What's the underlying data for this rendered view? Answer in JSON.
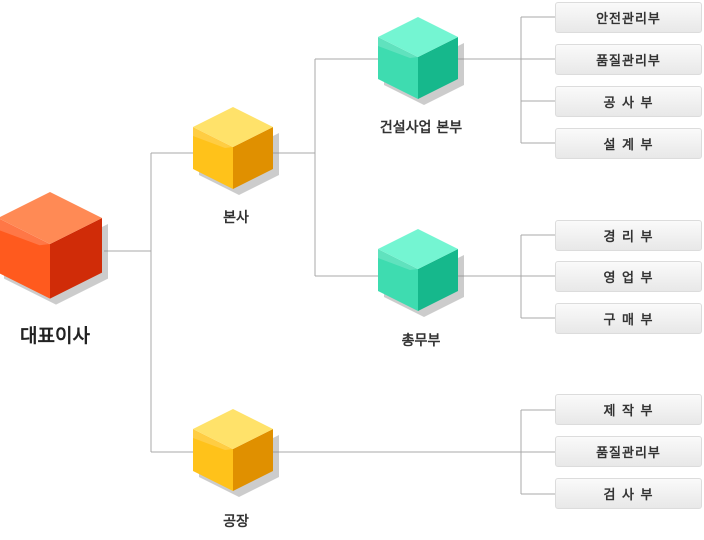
{
  "nodes": {
    "ceo": {
      "label": "대표이사",
      "colors": {
        "top": "#ff8a55",
        "left": "#ff5a1e",
        "right": "#d02c08"
      }
    },
    "hq": {
      "label": "본사",
      "colors": {
        "top": "#ffe26a",
        "left": "#ffc21a",
        "right": "#e09000"
      }
    },
    "construction": {
      "label": "건설사업 본부",
      "colors": {
        "top": "#74f5d2",
        "left": "#3edcb0",
        "right": "#16b88c"
      }
    },
    "general_affairs": {
      "label": "총무부",
      "colors": {
        "top": "#74f5d2",
        "left": "#3edcb0",
        "right": "#16b88c"
      }
    },
    "factory": {
      "label": "공장",
      "colors": {
        "top": "#ffe26a",
        "left": "#ffc21a",
        "right": "#e09000"
      }
    }
  },
  "departments": {
    "construction": [
      "안전관리부",
      "품질관리부",
      "공 사 부",
      "설 계 부"
    ],
    "general_affairs": [
      "경 리 부",
      "영 업 부",
      "구 매 부"
    ],
    "factory": [
      "제 작 부",
      "품질관리부",
      "검 사 부"
    ]
  },
  "colors": {
    "line": "#a8a8a8",
    "shadow": "#8f8f8f"
  }
}
